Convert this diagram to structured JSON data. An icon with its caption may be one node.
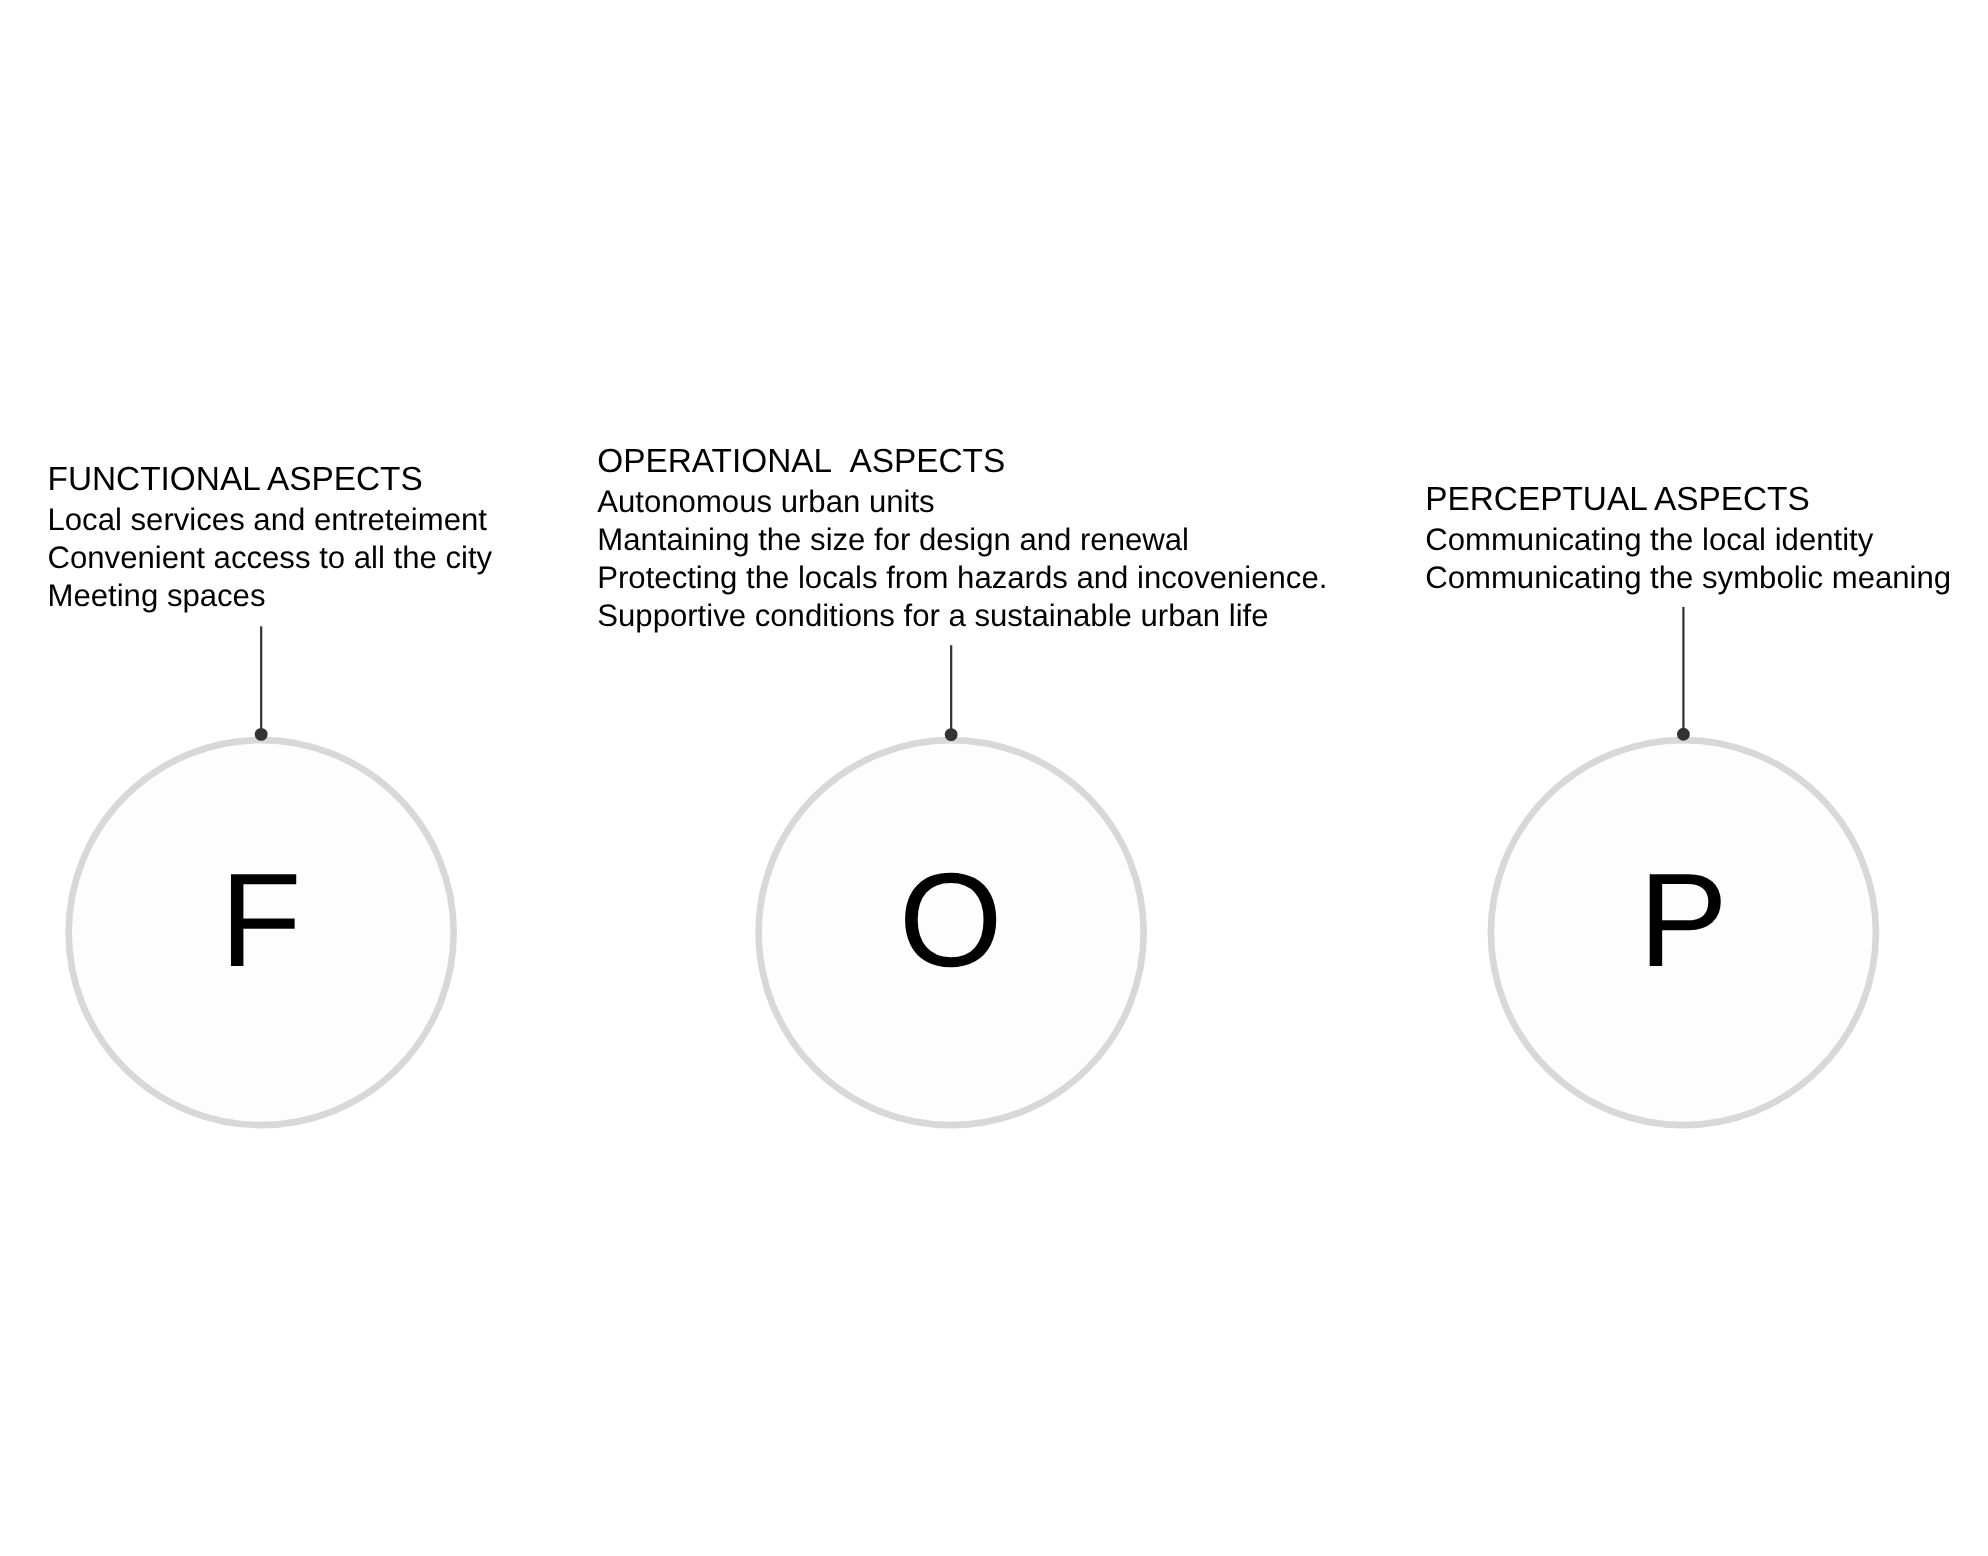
{
  "diagram": {
    "nodes": [
      {
        "text": [
          "FUNCTIONAL ASPECTS",
          "Local services and entreteiment",
          "Convenient access to all the city",
          "Meeting spaces"
        ]
      },
      {
        "text": [
          "F"
        ]
      },
      {
        "text": [
          "O"
        ]
      },
      {
        "text": [
          "P"
        ]
      },
      {
        "text": [
          "OPERATIONAL  ASPECTS",
          "Autonomous urban units",
          "Mantaining the size for design and renewal",
          "Protecting the locals from hazards and incovenience.",
          "Supportive conditions for a sustainable urban life"
        ]
      },
      {
        "text": [
          "PERCEPTUAL ASPECTS",
          "Communicating the local identity",
          "Communicating the symbolic meaning"
        ]
      }
    ],
    "edges": [
      {
        "from": 0,
        "to": 1,
        "arrow": "other"
      },
      {
        "from": 4,
        "to": 2,
        "arrow": "other"
      },
      {
        "from": 5,
        "to": 3,
        "arrow": "other"
      }
    ]
  }
}
